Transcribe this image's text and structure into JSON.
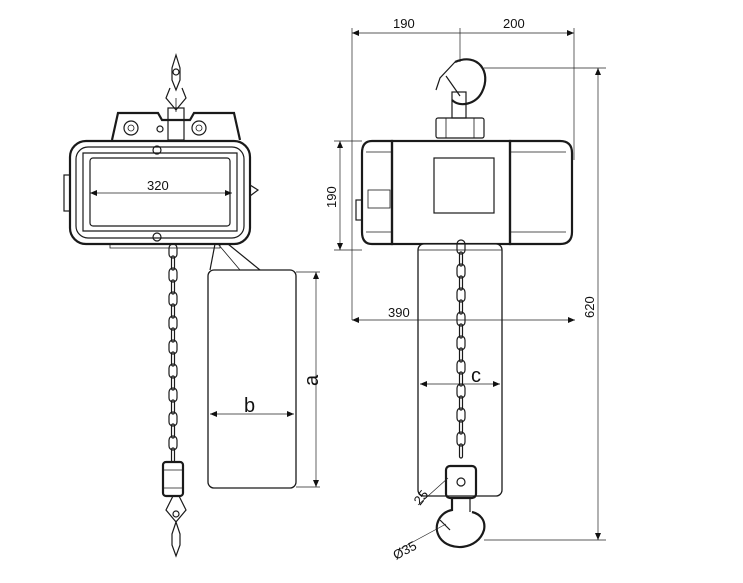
{
  "dimensions": {
    "front_width": "320",
    "top_left": "190",
    "top_right": "200",
    "side_height": "190",
    "side_length": "390",
    "total_height": "620",
    "chain_dim": "25",
    "hook_diameter": "Ø35"
  },
  "variables": {
    "a": "a",
    "b": "b",
    "c": "c"
  }
}
